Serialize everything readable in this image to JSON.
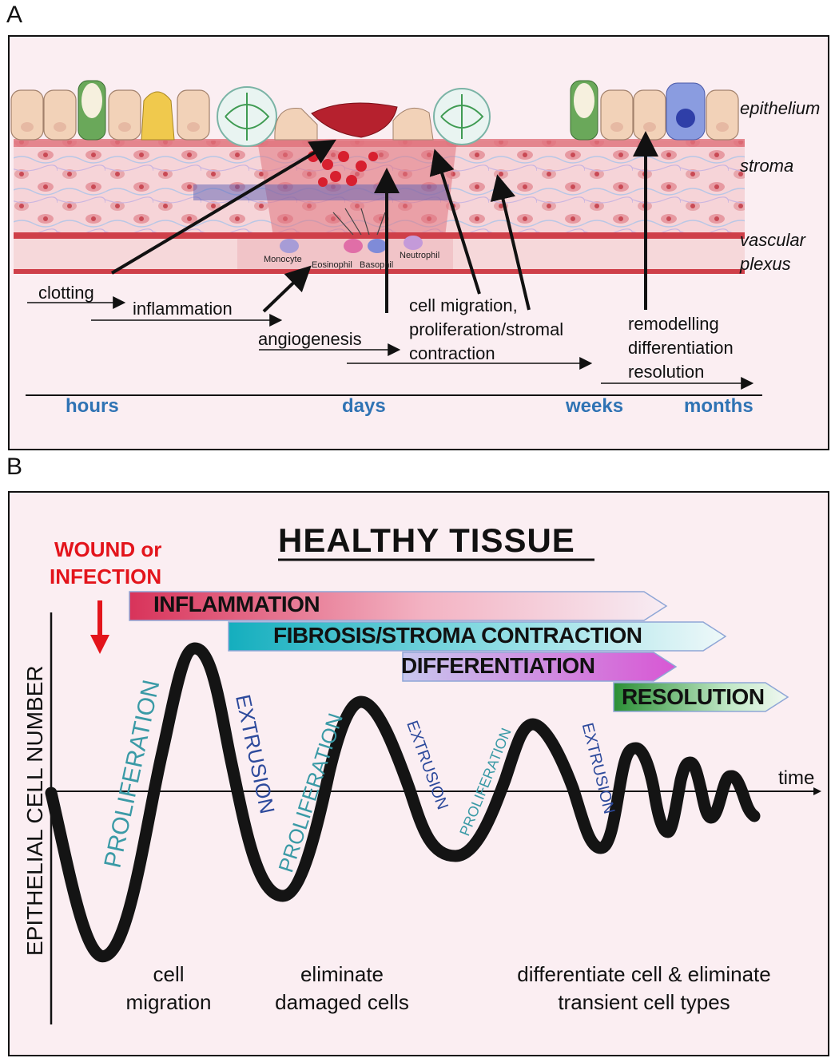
{
  "panel_a": {
    "letter": "A",
    "layers": {
      "epithelium": "epithelium",
      "stroma": "stroma",
      "vascular": "vascular",
      "plexus": "plexus"
    },
    "cells": {
      "monocyte": "Monocyte",
      "eosinophil": "Eosinophil",
      "basophil": "Basophil",
      "neutrophil": "Neutrophil"
    },
    "processes": {
      "clotting": "clotting",
      "inflammation": "inflammation",
      "angiogenesis": "angiogenesis",
      "migration_line1": "cell migration,",
      "migration_line2": "proliferation/stromal",
      "migration_line3": "contraction",
      "remodelling": "remodelling",
      "differentiation": "differentiation",
      "resolution": "resolution"
    },
    "timeline": {
      "hours": "hours",
      "days": "days",
      "weeks": "weeks",
      "months": "months"
    },
    "colors": {
      "timeline_text": "#2f73b4",
      "tissue_red": "#c4303a"
    }
  },
  "panel_b": {
    "letter": "B",
    "title": "HEALTHY TISSUE",
    "trigger_line1": "WOUND or",
    "trigger_line2": "INFECTION",
    "y_axis": "EPITHELIAL CELL NUMBER",
    "x_axis": "time",
    "phases": {
      "inflammation": "INFLAMMATION",
      "fibrosis": "FIBROSIS/STROMA CONTRACTION",
      "differentiation": "DIFFERENTIATION",
      "resolution": "RESOLUTION"
    },
    "wave_labels": {
      "proliferation": "PROLIFERATION",
      "extrusion": "EXTRUSION"
    },
    "stages": {
      "s1_line1": "cell",
      "s1_line2": "migration",
      "s2_line1": "eliminate",
      "s2_line2": "damaged cells",
      "s3_line1": "differentiate cell & eliminate",
      "s3_line2": "transient cell types"
    },
    "colors": {
      "trigger": "#e3141b",
      "wave": "#141414",
      "proliferation": "#3a9aa6",
      "extrusion": "#2d4a9c",
      "inflammation": "#d8335a",
      "fibrosis": "#1bb3c4",
      "differentiation": "#cc5fd6",
      "resolution": "#2e9a3a"
    }
  }
}
